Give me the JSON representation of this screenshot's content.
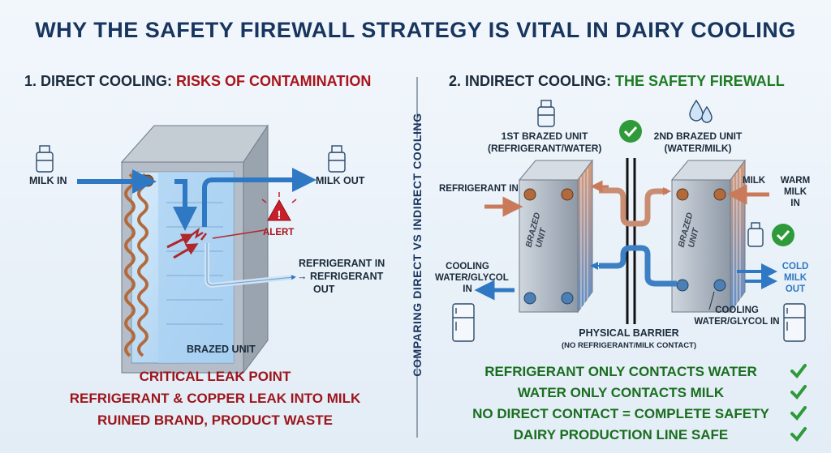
{
  "title": "WHY THE SAFETY FIREWALL STRATEGY IS VITAL IN DAIRY COOLING",
  "left": {
    "heading_prefix": "1. DIRECT COOLING: ",
    "heading_highlight": "RISKS OF CONTAMINATION",
    "milk_in": "MILK IN",
    "milk_out": "MILK OUT",
    "alert": "ALERT",
    "refrigerant_in": "REFRIGERANT IN",
    "refrigerant_out_line1": "→ REFRIGERANT",
    "refrigerant_out_line2": "OUT",
    "unit_label": "BRAZED UNIT",
    "warnings": [
      "CRITICAL LEAK POINT",
      "REFRIGERANT & COPPER LEAK INTO MILK",
      "RUINED BRAND, PRODUCT WASTE"
    ]
  },
  "divider_label": "COMPARING DIRECT VS INDIRECT COOLING",
  "right": {
    "heading_prefix": "2. INDIRECT COOLING: ",
    "heading_highlight": "THE SAFETY FIREWALL",
    "unit1_line1": "1ST BRAZED UNIT",
    "unit1_line2": "(REFRIGERANT/WATER)",
    "unit2_line1": "2ND BRAZED UNIT",
    "unit2_line2": "(WATER/MILK)",
    "refrigerant_in": "REFRIGERANT IN",
    "cooling_in_line1": "COOLING",
    "cooling_in_line2": "WATER/GLYCOL",
    "cooling_in_line3": "IN",
    "milk": "MILK",
    "warm_milk_line1": "WARM",
    "warm_milk_line2": "MILK",
    "warm_milk_line3": "IN",
    "cold_milk_line1": "COLD",
    "cold_milk_line2": "MILK",
    "cold_milk_line3": "OUT",
    "cooling_in2_line1": "COOLING",
    "cooling_in2_line2": "WATER/GLYCOL IN",
    "plate_text_line1": "BRAZED",
    "plate_text_line2": "UNIT",
    "barrier_line1": "PHYSICAL BARRIER",
    "barrier_line2": "(NO REFRIGERANT/MILK CONTACT)",
    "benefits": [
      "REFRIGERANT ONLY CONTACTS WATER",
      "WATER ONLY CONTACTS MILK",
      "NO DIRECT CONTACT = COMPLETE SAFETY",
      "DAIRY PRODUCTION LINE SAFE"
    ]
  },
  "colors": {
    "title": "#17355e",
    "risk": "#a8141b",
    "safe": "#1e7a23",
    "milk_flow": "#2f78c4",
    "refrigerant_flow": "#c97a5a",
    "copper": "#b26a3c"
  }
}
